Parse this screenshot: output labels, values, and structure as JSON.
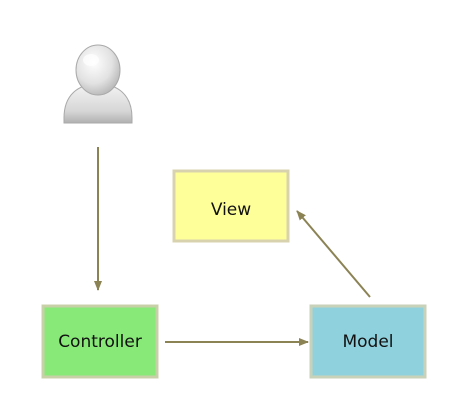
{
  "diagram": {
    "nodes": {
      "user": {
        "icon": "user-icon"
      },
      "view": {
        "label": "View",
        "fill": "#ffff99",
        "border": "#d8d3ae"
      },
      "controller": {
        "label": "Controller",
        "fill": "#88e878",
        "border": "#c8d0a8"
      },
      "model": {
        "label": "Model",
        "fill": "#8fd2de",
        "border": "#c8d2b8"
      }
    },
    "edge_color": "#8c8355",
    "edges": [
      {
        "from": "user",
        "to": "controller"
      },
      {
        "from": "controller",
        "to": "model"
      },
      {
        "from": "model",
        "to": "view"
      }
    ]
  }
}
